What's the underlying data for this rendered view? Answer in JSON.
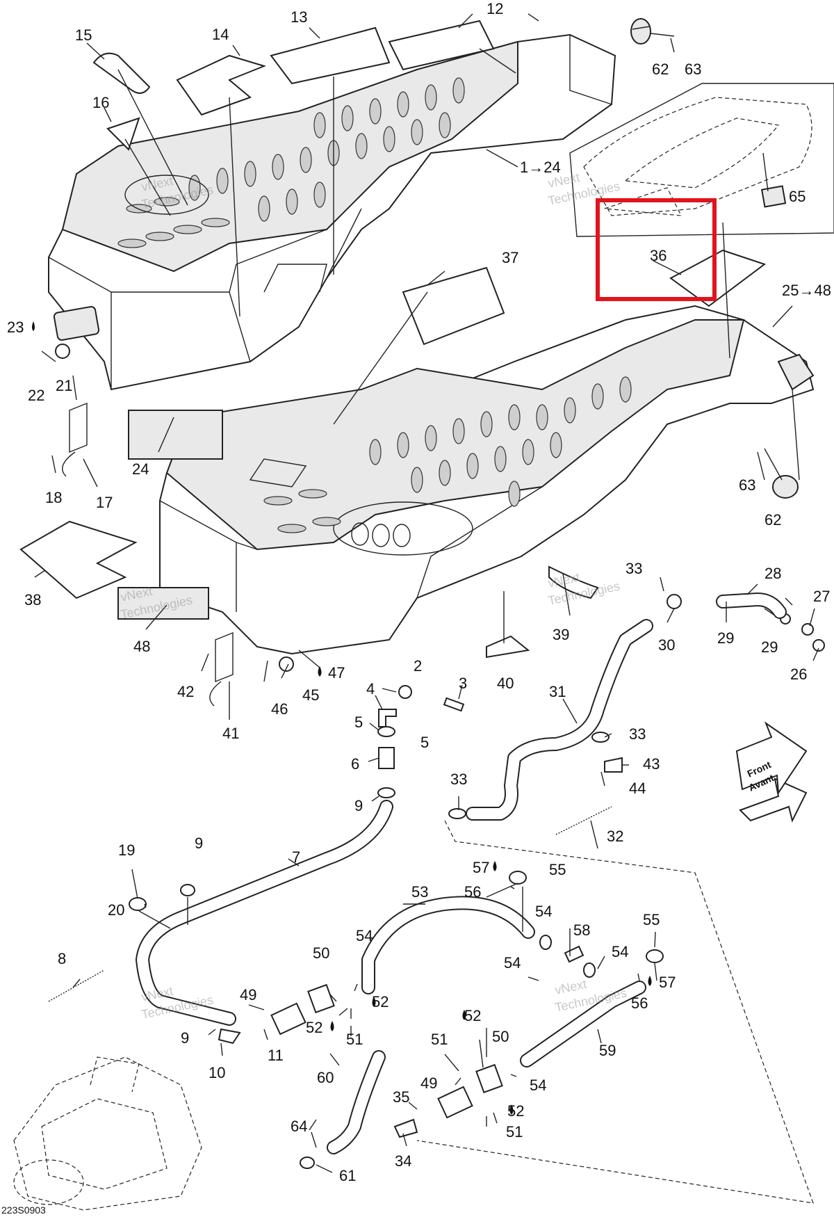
{
  "diagram_code": "223S0903",
  "watermark": {
    "line1": "vNext",
    "line2": "Technologies"
  },
  "front_arrow": {
    "line1": "Front",
    "line2": "Avant"
  },
  "highlight_color": "#e0141c",
  "callouts": {
    "c1_24": "1→24",
    "c2": "2",
    "c3": "3",
    "c4": "4",
    "c5a": "5",
    "c5b": "5",
    "c6": "6",
    "c7": "7",
    "c8": "8",
    "c9a": "9",
    "c9b": "9",
    "c9c": "9",
    "c10": "10",
    "c11": "11",
    "c12": "12",
    "c13": "13",
    "c14": "14",
    "c15": "15",
    "c16": "16",
    "c17": "17",
    "c18": "18",
    "c19": "19",
    "c20": "20",
    "c21": "21",
    "c22": "22",
    "c23": "23",
    "c24": "24",
    "c25_48": "25→48",
    "c26": "26",
    "c27": "27",
    "c28": "28",
    "c29a": "29",
    "c29b": "29",
    "c30": "30",
    "c31": "31",
    "c32": "32",
    "c33a": "33",
    "c33b": "33",
    "c33c": "33",
    "c34": "34",
    "c35": "35",
    "c36": "36",
    "c37": "37",
    "c38": "38",
    "c39": "39",
    "c40": "40",
    "c41": "41",
    "c42": "42",
    "c43": "43",
    "c44": "44",
    "c45": "45",
    "c46": "46",
    "c47": "47",
    "c48": "48",
    "c49a": "49",
    "c49b": "49",
    "c50a": "50",
    "c50b": "50",
    "c51a": "51",
    "c51b": "51",
    "c51c": "51",
    "c52a": "52",
    "c52b": "52",
    "c52c": "52",
    "c52d": "52",
    "c53": "53",
    "c54a": "54",
    "c54b": "54",
    "c54c": "54",
    "c54d": "54",
    "c54e": "54",
    "c55a": "55",
    "c55b": "55",
    "c56a": "56",
    "c56b": "56",
    "c57a": "57",
    "c57b": "57",
    "c58": "58",
    "c59": "59",
    "c60": "60",
    "c61": "61",
    "c62a": "62",
    "c62b": "62",
    "c63a": "63",
    "c63b": "63",
    "c64": "64",
    "c65": "65"
  }
}
